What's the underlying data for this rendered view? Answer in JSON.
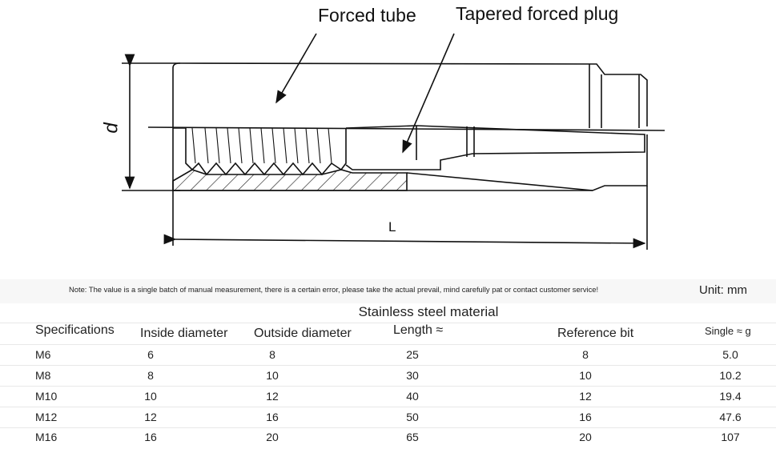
{
  "diagram": {
    "callouts": {
      "forced_tube": "Forced tube",
      "tapered_plug": "Tapered forced plug"
    },
    "dimension_labels": {
      "diameter": "d",
      "length": "L"
    }
  },
  "note": "Note: The value is a single batch of manual measurement, there is a certain error, please take the actual prevail, mind carefully pat or contact customer service!",
  "unit": "Unit: mm",
  "table": {
    "title": "Stainless steel material",
    "headers": [
      "Specifications",
      "Inside diameter",
      "Outside diameter",
      "Length ≈",
      "Reference bit",
      "Single ≈ g"
    ],
    "rows": [
      [
        "M6",
        "6",
        "8",
        "25",
        "8",
        "5.0"
      ],
      [
        "M8",
        "8",
        "10",
        "30",
        "10",
        "10.2"
      ],
      [
        "M10",
        "10",
        "12",
        "40",
        "12",
        "19.4"
      ],
      [
        "M12",
        "12",
        "16",
        "50",
        "16",
        "47.6"
      ],
      [
        "M16",
        "16",
        "20",
        "65",
        "20",
        "107"
      ]
    ]
  }
}
